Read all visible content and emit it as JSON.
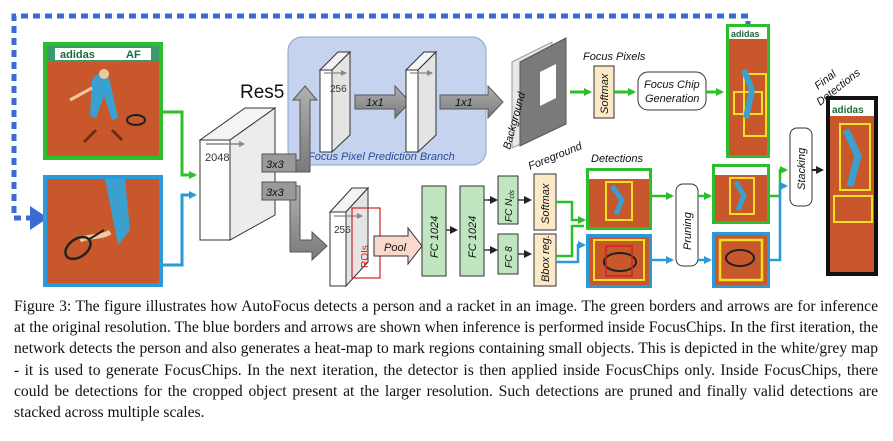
{
  "diagram": {
    "backbone": {
      "label": "Res5",
      "channels": "2048"
    },
    "branch": {
      "label": "Focus Pixel Prediction Branch",
      "dim": "256",
      "conv1": "1x1",
      "conv2": "1x1"
    },
    "conv_a": "3x3",
    "conv_b": "3x3",
    "rpn": {
      "dim": "256",
      "rois": "ROIs",
      "pool": "Pool"
    },
    "fc1": "FC 1024",
    "fc2": "FC 1024",
    "fc_cls": "FC N",
    "fc_cls_sub": "cls",
    "fc8": "FC 8",
    "softmax_det": "Softmax",
    "bbox_reg": "Bbox reg.",
    "bg": "Background",
    "fg": "Foreground",
    "focus_pixels": "Focus Pixels",
    "softmax_focus": "Softmax",
    "chip_gen": [
      "Focus Chip",
      "Generation"
    ],
    "detections": "Detections",
    "pruning": "Pruning",
    "stacking": "Stacking",
    "final": [
      "Final",
      "Detections"
    ],
    "ad_text": "adidas",
    "ad_text_short": "AF",
    "colors": {
      "green": "#2bc02b",
      "blue": "#2a9ad8",
      "dashed": "#3a6bd3",
      "branch_bg": "#c5d3ee",
      "softmax_bg": "#fce9c8",
      "fc_bg": "#bfe6bf",
      "pool_bg": "#fad8cc",
      "court": "#c8582c"
    }
  },
  "caption": "Figure 3: The figure illustrates how AutoFocus detects a person and a racket in an image. The green borders and arrows are for inference at the original resolution. The blue borders and arrows are shown when inference is performed inside FocusChips. In the first iteration, the network detects the person and also generates a heat-map to mark regions containing small objects. This is depicted in the white/grey map - it is used to generate FocusChips. In the next iteration, the detector is then applied inside FocusChips only. Inside FocusChips, there could be detections for the cropped object present at the larger resolution. Such detections are pruned and finally valid detections are stacked across multiple scales."
}
